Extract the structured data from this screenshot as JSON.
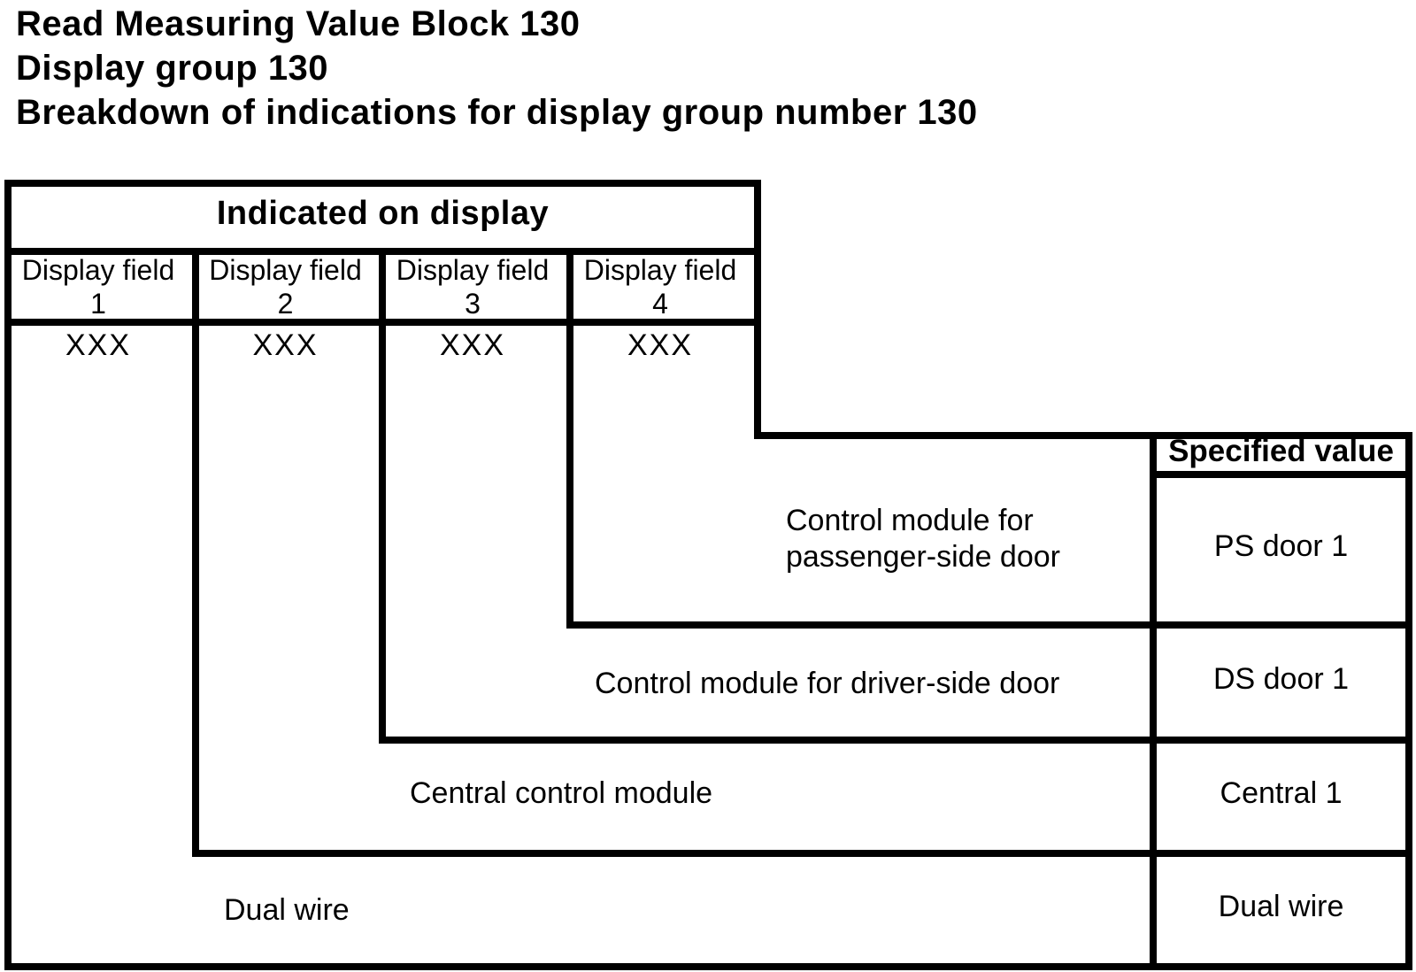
{
  "page": {
    "titles": [
      "Read Measuring Value Block 130",
      "Display group 130",
      "Breakdown of indications for display group number 130"
    ]
  },
  "table": {
    "header": "Indicated on display",
    "columns": [
      {
        "label": "Display field",
        "number": "1",
        "value": "XXX"
      },
      {
        "label": "Display field",
        "number": "2",
        "value": "XXX"
      },
      {
        "label": "Display field",
        "number": "3",
        "value": "XXX"
      },
      {
        "label": "Display field",
        "number": "4",
        "value": "XXX"
      }
    ],
    "specified_value_header": "Specified value",
    "rows": [
      {
        "description_lines": [
          "Control module for",
          "passenger-side door"
        ],
        "value": "PS door 1"
      },
      {
        "description_lines": [
          "Control module for driver-side door"
        ],
        "value": "DS door 1"
      },
      {
        "description_lines": [
          "Central control module"
        ],
        "value": "Central 1"
      },
      {
        "description_lines": [
          "Dual wire"
        ],
        "value": "Dual wire"
      }
    ]
  },
  "colors": {
    "background": "#ffffff",
    "line": "#000000",
    "text": "#000000"
  }
}
